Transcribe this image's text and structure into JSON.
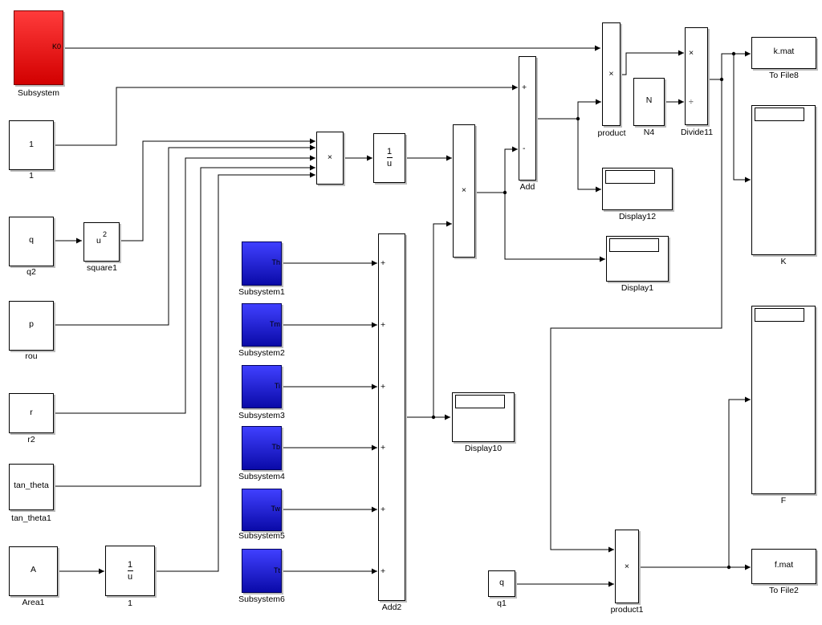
{
  "blocks": {
    "subsystem": {
      "label": "Subsystem",
      "port": "K0"
    },
    "const1": {
      "value": "1",
      "label": "1"
    },
    "q2": {
      "value": "q",
      "label": "q2"
    },
    "square1": {
      "label": "square1",
      "base": "u",
      "exp": "2"
    },
    "rou": {
      "value": "p",
      "label": "rou"
    },
    "r2": {
      "value": "r",
      "label": "r2"
    },
    "tan_theta1": {
      "value": "tan_theta",
      "label": "tan_theta1"
    },
    "area1": {
      "value": "A",
      "label": "Area1"
    },
    "recip_area": {
      "num": "1",
      "den": "u",
      "label": "1"
    },
    "product_mid": {
      "sym": "×"
    },
    "recip_mid": {
      "num": "1",
      "den": "u"
    },
    "product_big": {
      "sym": "×"
    },
    "add": {
      "label": "Add",
      "plus": "+",
      "minus": "-"
    },
    "product": {
      "label": "product",
      "sym": "×"
    },
    "n4": {
      "value": "N",
      "label": "N4"
    },
    "divide11": {
      "label": "Divide11",
      "mul": "×",
      "div": "÷"
    },
    "tofile8": {
      "value": "k.mat",
      "label": "To File8"
    },
    "k_scope": {
      "label": "K"
    },
    "display12": {
      "label": "Display12"
    },
    "display1": {
      "label": "Display1"
    },
    "display10": {
      "label": "Display10"
    },
    "add2": {
      "label": "Add2",
      "plus": "+"
    },
    "subsystems": [
      {
        "label": "Subsystem1",
        "port": "Th"
      },
      {
        "label": "Subsystem2",
        "port": "Tm"
      },
      {
        "label": "Subsystem3",
        "port": "Ti"
      },
      {
        "label": "Subsystem4",
        "port": "Tb"
      },
      {
        "label": "Subsystem5",
        "port": "Tw"
      },
      {
        "label": "Subsystem6",
        "port": "Tt"
      }
    ],
    "f_scope": {
      "label": "F"
    },
    "q1": {
      "value": "q",
      "label": "q1"
    },
    "product1": {
      "label": "product1",
      "sym": "×"
    },
    "tofile2": {
      "value": "f.mat",
      "label": "To File2"
    }
  },
  "colors": {
    "subsystem_red": "#e00000",
    "subsystem_blue": "#1a1ad0",
    "line": "#000000"
  }
}
